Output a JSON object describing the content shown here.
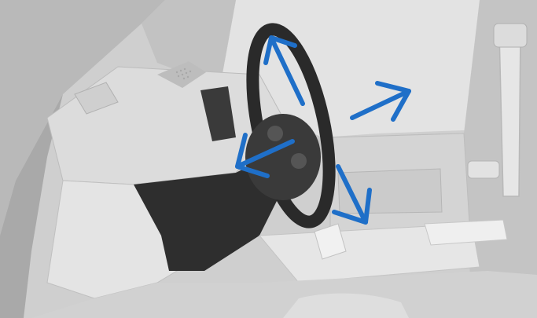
{
  "figure": {
    "kind": "vehicle-interior-illustration",
    "subject": "steering-wheel-adjustment",
    "arrow_color": "#1f6fc8",
    "arrows": [
      {
        "name": "arrow-up-left",
        "direction": "up-left"
      },
      {
        "name": "arrow-up-right",
        "direction": "up-right"
      },
      {
        "name": "arrow-left",
        "direction": "toward-driver"
      },
      {
        "name": "arrow-down-right",
        "direction": "down-right"
      }
    ]
  }
}
